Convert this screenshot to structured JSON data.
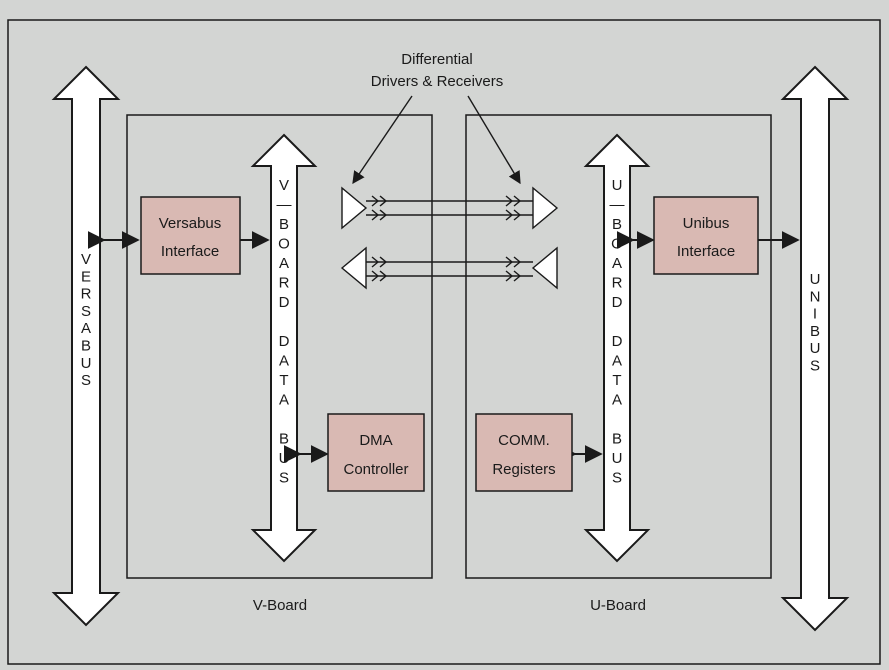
{
  "callout": {
    "line1": "Differential",
    "line2": "Drivers & Receivers"
  },
  "buses": {
    "versabus": [
      "V",
      "E",
      "R",
      "S",
      "A",
      "B",
      "U",
      "S"
    ],
    "unibus": [
      "U",
      "N",
      "I",
      "B",
      "U",
      "S"
    ],
    "v_board_data_bus": [
      "V",
      "—",
      "B",
      "O",
      "A",
      "R",
      "D",
      "",
      "D",
      "A",
      "T",
      "A",
      "",
      "B",
      "U",
      "S"
    ],
    "u_board_data_bus": [
      "U",
      "—",
      "B",
      "O",
      "A",
      "R",
      "D",
      "",
      "D",
      "A",
      "T",
      "A",
      "",
      "B",
      "U",
      "S"
    ]
  },
  "boxes": {
    "versabus_interface": {
      "line1": "Versabus",
      "line2": "Interface"
    },
    "dma_controller": {
      "line1": "DMA",
      "line2": "Controller"
    },
    "unibus_interface": {
      "line1": "Unibus",
      "line2": "Interface"
    },
    "comm_registers": {
      "line1": "COMM.",
      "line2": "Registers"
    }
  },
  "boards": {
    "v_board": "V-Board",
    "u_board": "U-Board"
  },
  "colors": {
    "background": "#d3d5d3",
    "box_fill": "#d9b9b3",
    "line": "#1a1a1a",
    "bus_fill": "#ffffff"
  }
}
